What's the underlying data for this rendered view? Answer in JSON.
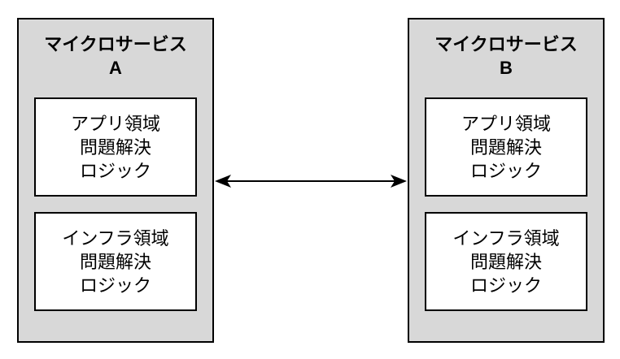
{
  "diagram": {
    "colors": {
      "background": "#ffffff",
      "service_fill": "#d8d8d8",
      "block_fill": "#ffffff",
      "border": "#000000",
      "arrow": "#000000"
    },
    "services": [
      {
        "title_line1": "マイクロサービス",
        "title_line2": "A",
        "blocks": [
          {
            "lines": [
              "アプリ領域",
              "問題解決",
              "ロジック"
            ]
          },
          {
            "lines": [
              "インフラ領域",
              "問題解決",
              "ロジック"
            ]
          }
        ]
      },
      {
        "title_line1": "マイクロサービス",
        "title_line2": "B",
        "blocks": [
          {
            "lines": [
              "アプリ領域",
              "問題解決",
              "ロジック"
            ]
          },
          {
            "lines": [
              "インフラ領域",
              "問題解決",
              "ロジック"
            ]
          }
        ]
      }
    ],
    "connector": {
      "type": "bidirectional-arrow"
    }
  }
}
